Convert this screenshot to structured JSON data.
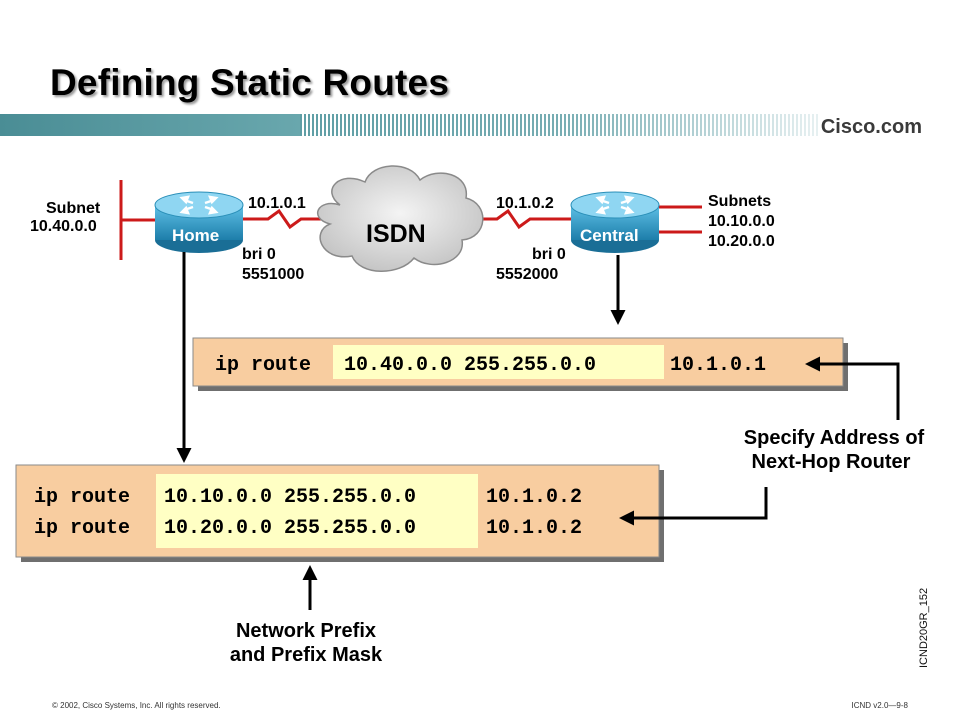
{
  "slide": {
    "title": "Defining Static Routes",
    "brand": "Cisco.com",
    "footer_left": "© 2002, Cisco Systems, Inc. All rights reserved.",
    "footer_right": "ICND v2.0—9-8",
    "side_code": "ICND20GR_152"
  },
  "diagram": {
    "home": {
      "router_label": "Home",
      "subnet_label": "Subnet",
      "subnet": "10.40.0.0",
      "ip": "10.1.0.1",
      "interface": "bri 0",
      "number": "5551000"
    },
    "central": {
      "router_label": "Central",
      "subnets_label": "Subnets",
      "subnets": [
        "10.10.0.0",
        "10.20.0.0"
      ],
      "ip": "10.1.0.2",
      "interface": "bri 0",
      "number": "5552000"
    },
    "cloud_label": "ISDN",
    "central_config": {
      "command": "ip route",
      "prefix_mask": "10.40.0.0 255.255.0.0",
      "next_hop": "10.1.0.1"
    },
    "home_config": [
      {
        "command": "ip route",
        "prefix_mask": "10.10.0.0 255.255.0.0",
        "next_hop": "10.1.0.2"
      },
      {
        "command": "ip route",
        "prefix_mask": "10.20.0.0 255.255.0.0",
        "next_hop": "10.1.0.2"
      }
    ],
    "callout_next_hop": [
      "Specify Address of",
      "Next-Hop Router"
    ],
    "callout_prefix": [
      "Network Prefix",
      "and Prefix Mask"
    ],
    "colors": {
      "router": "#2a8fb8",
      "config_box": "#f8cda0",
      "highlight": "#ffffc4",
      "link": "#cc1a1a",
      "brand": "#4a8d95"
    }
  }
}
